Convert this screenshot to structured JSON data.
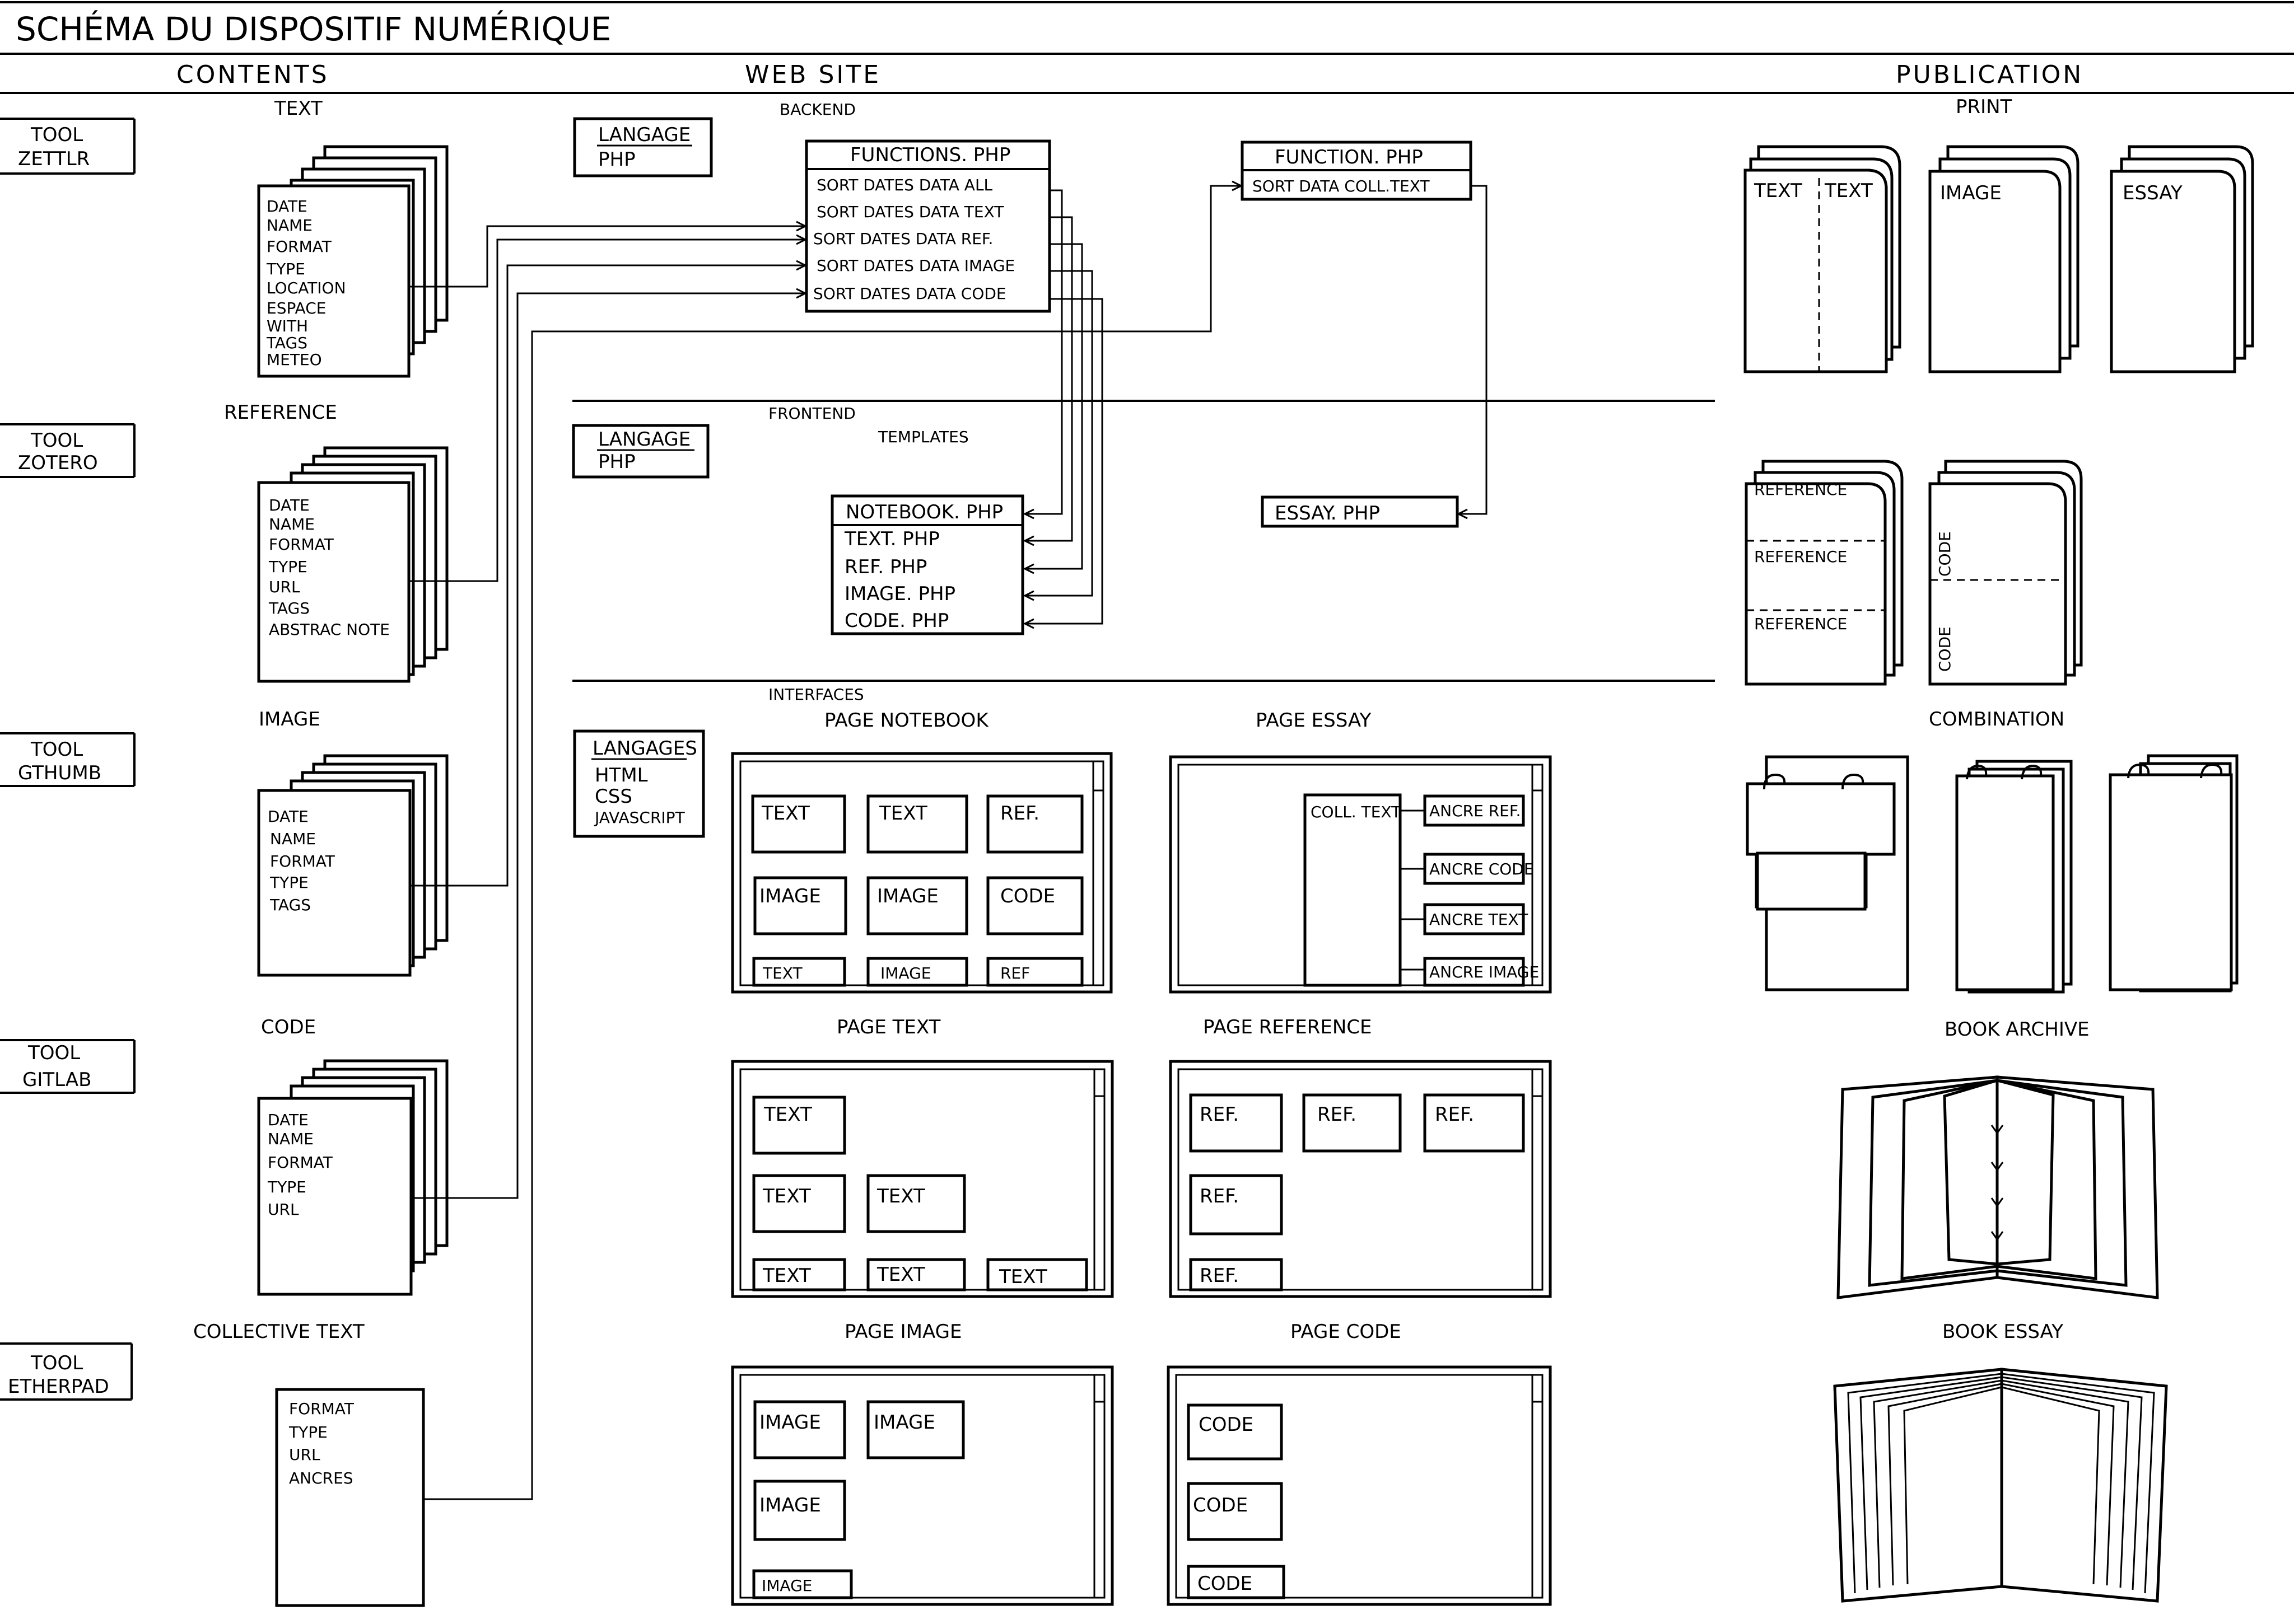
{
  "title": "SCHÉMA DU DISPOSITIF NUMÉRIQUE",
  "sections": {
    "contents": "CONTENTS",
    "website": "WEB SITE",
    "publication": "PUBLICATION"
  },
  "contents": {
    "text": {
      "tool_label": "TOOL",
      "tool_name": "ZETTLR",
      "title": "TEXT",
      "fields": [
        "DATE",
        "NAME",
        "FORMAT",
        "TYPE",
        "LOCATION",
        "ESPACE",
        "WITH",
        "TAGS",
        "METEO"
      ]
    },
    "reference": {
      "tool_label": "TOOL",
      "tool_name": "ZOTERO",
      "title": "REFERENCE",
      "fields": [
        "DATE",
        "NAME",
        "FORMAT",
        "TYPE",
        "URL",
        "TAGS",
        "ABSTRAC NOTE"
      ]
    },
    "image": {
      "tool_label": "TOOL",
      "tool_name": "GTHUMB",
      "title": "IMAGE",
      "fields": [
        "DATE",
        "NAME",
        "FORMAT",
        "TYPE",
        "TAGS"
      ]
    },
    "code": {
      "tool_label": "TOOL",
      "tool_name": "GITLAB",
      "title": "CODE",
      "fields": [
        "DATE",
        "NAME",
        "FORMAT",
        "TYPE",
        "URL"
      ]
    },
    "collective": {
      "tool_label": "TOOL",
      "tool_name": "ETHERPAD",
      "title": "COLLECTIVE TEXT",
      "fields": [
        "FORMAT",
        "TYPE",
        "URL",
        "ANCRES"
      ]
    }
  },
  "website": {
    "backend": {
      "title": "BACKEND",
      "langage_label": "LANGAGE",
      "langage": "PHP",
      "functions_title": "FUNCTIONS. PHP",
      "functions": [
        "SORT DATES DATA ALL",
        "SORT DATES DATA TEXT",
        "SORT DATES DATA REF.",
        "SORT DATES DATA IMAGE",
        "SORT DATES DATA CODE"
      ],
      "function_title": "FUNCTION. PHP",
      "function_items": [
        "SORT DATA COLL.TEXT"
      ]
    },
    "frontend": {
      "title": "FRONTEND",
      "subtitle": "TEMPLATES",
      "langage_label": "LANGAGE",
      "langage": "PHP",
      "notebook_title": "NOTEBOOK. PHP",
      "templates": [
        "TEXT. PHP",
        "REF. PHP",
        "IMAGE. PHP",
        "CODE. PHP"
      ],
      "essay": "ESSAY. PHP"
    },
    "interfaces": {
      "title": "INTERFACES",
      "langages_label": "LANGAGES",
      "langages": [
        "HTML",
        "CSS",
        "JAVASCRIPT"
      ],
      "page_notebook": {
        "title": "PAGE NOTEBOOK",
        "cells": [
          "TEXT",
          "TEXT",
          "REF.",
          "IMAGE",
          "IMAGE",
          "CODE",
          "TEXT",
          "IMAGE",
          "REF"
        ]
      },
      "page_essay": {
        "title": "PAGE ESSAY",
        "column": "COLL. TEXT",
        "anchors": [
          "ANCRE REF.",
          "ANCRE CODE",
          "ANCRE TEXT",
          "ANCRE IMAGE"
        ]
      },
      "page_text": {
        "title": "PAGE TEXT",
        "cells": [
          "TEXT",
          "TEXT",
          "TEXT",
          "TEXT",
          "TEXT",
          "TEXT"
        ]
      },
      "page_reference": {
        "title": "PAGE REFERENCE",
        "cells": [
          "REF.",
          "REF.",
          "REF.",
          "REF.",
          "REF."
        ]
      },
      "page_image": {
        "title": "PAGE IMAGE",
        "cells": [
          "IMAGE",
          "IMAGE",
          "IMAGE",
          "IMAGE"
        ]
      },
      "page_code": {
        "title": "PAGE CODE",
        "cells": [
          "CODE",
          "CODE",
          "CODE"
        ]
      }
    }
  },
  "publication": {
    "print": {
      "title": "PRINT",
      "booklets": [
        "TEXT",
        "TEXT",
        "IMAGE",
        "ESSAY"
      ]
    },
    "reference_booklet": [
      "REFERENCE",
      "REFERENCE",
      "REFERENCE"
    ],
    "code_booklet": [
      "CODE",
      "CODE"
    ],
    "combination": "COMBINATION",
    "book_archive": "BOOK ARCHIVE",
    "book_essay": "BOOK ESSAY"
  }
}
